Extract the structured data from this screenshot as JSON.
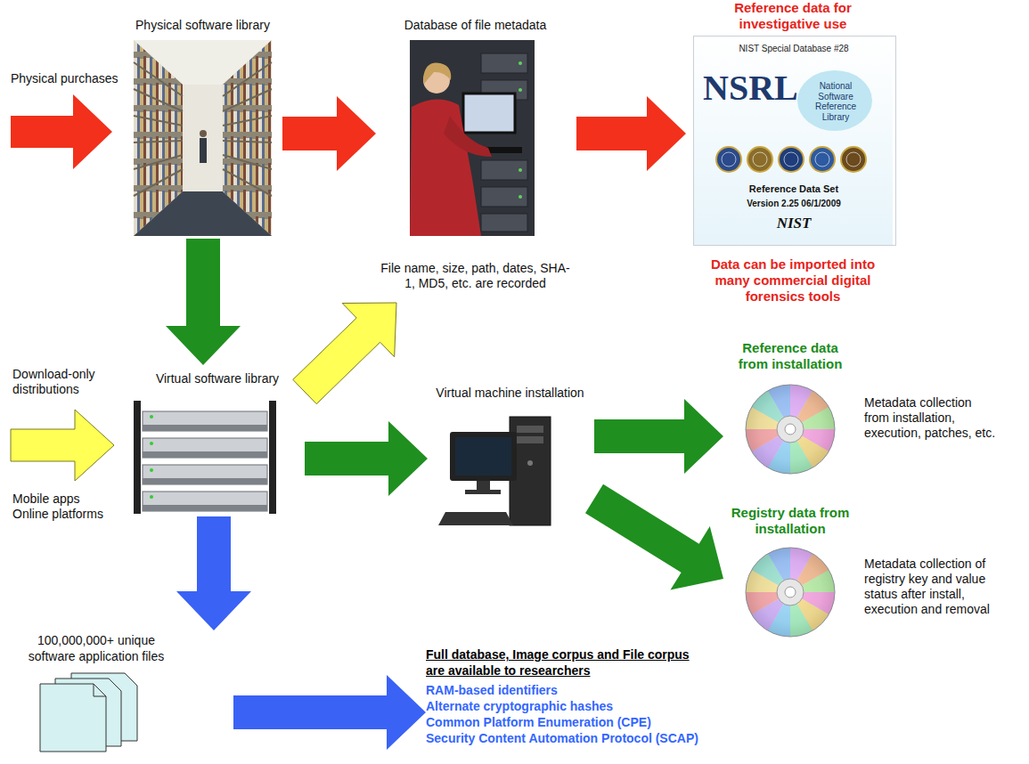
{
  "diagram": {
    "nodes": [
      {
        "text": [
          "Physical software library"
        ]
      },
      {
        "text": [
          "Database of file metadata",
          "File name, size, path, dates, SHA-1, MD5, etc. are recorded"
        ]
      },
      {
        "text": [
          "Reference data for investigative use",
          "Data can be imported into many commercial digital forensics tools"
        ]
      },
      {
        "text": [
          "NIST Special Database #28",
          "NSRL",
          "National Software Reference Library",
          "Reference Data Set",
          "Version 2.25 06/1/2009",
          "NIST"
        ],
        "in": 2
      },
      {
        "text": [
          "Virtual software library"
        ]
      },
      {
        "text": [
          "Virtual machine installation"
        ]
      },
      {
        "text": [
          "Reference data from installation",
          "Metadata collection from installation, execution, patches, etc."
        ]
      },
      {
        "text": [
          "Registry data from installation",
          "Metadata collection of registry key and value status after install, execution and removal"
        ]
      },
      {
        "text": [
          "100,000,000+ unique software application files"
        ]
      },
      {
        "text": [
          "Full database, Image corpus and File corpus are available to researchers",
          "RAM-based identifiers",
          "Alternate cryptographic hashes",
          "Common Platform Enumeration (CPE)",
          "Security Content Automation Protocol (SCAP)"
        ]
      }
    ],
    "edges": [
      {
        "from": 0,
        "to": 1,
        "arrow": "to"
      },
      {
        "from": 1,
        "to": 2,
        "arrow": "to"
      },
      {
        "from": 0,
        "to": 4,
        "arrow": "to"
      },
      {
        "from": 4,
        "to": 1,
        "arrow": "to"
      },
      {
        "from": 4,
        "to": 5,
        "arrow": "to"
      },
      {
        "from": 5,
        "to": 6,
        "arrow": "to"
      },
      {
        "from": 5,
        "to": 7,
        "arrow": "to"
      },
      {
        "from": 4,
        "to": 8,
        "arrow": "to"
      },
      {
        "from": 8,
        "to": 9,
        "arrow": "to"
      }
    ],
    "labels": [
      "Physical purchases",
      "Download-only distributions",
      "Mobile apps Online platforms"
    ]
  }
}
